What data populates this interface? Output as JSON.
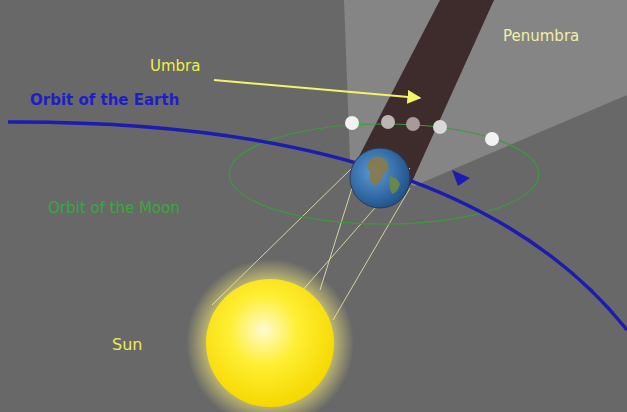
{
  "diagram": {
    "labels": [
      "Penumbra",
      "Umbra",
      "Orbit of the Earth",
      "Orbit of the Moon",
      "Sun"
    ]
  }
}
